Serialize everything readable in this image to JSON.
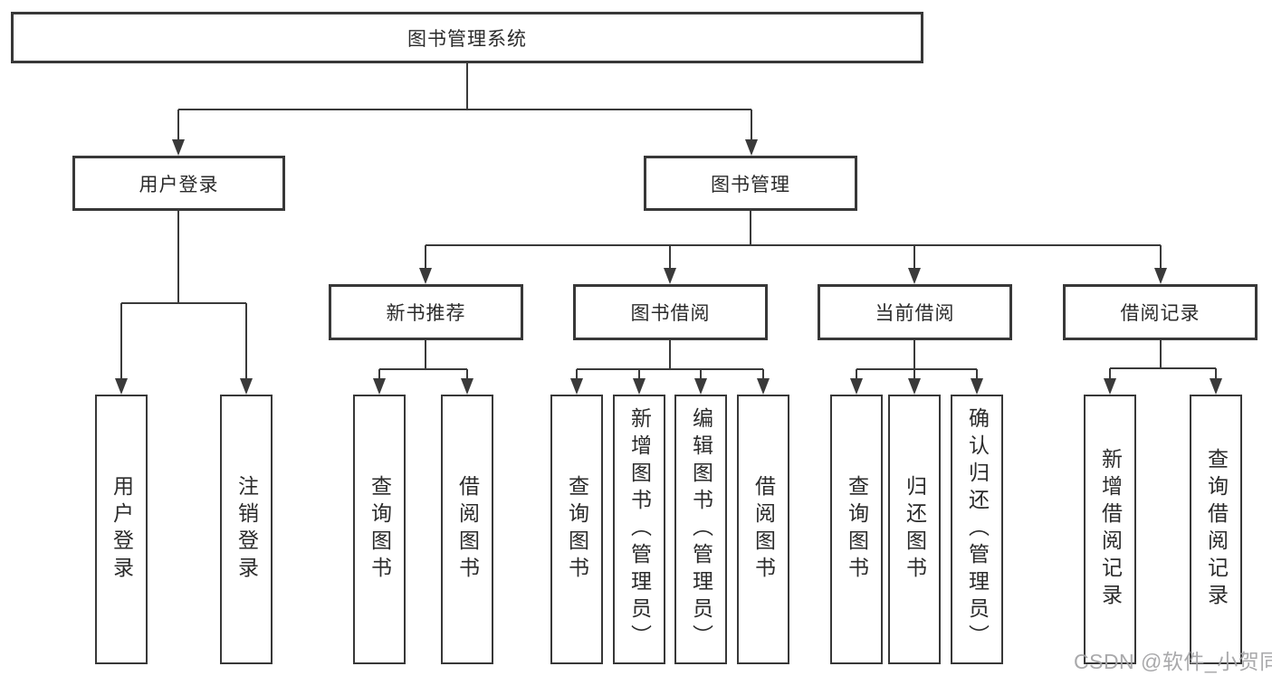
{
  "diagram": {
    "type": "tree",
    "orientation": "top-down",
    "colors": {
      "background": "#ffffff",
      "line": "#3a3a3a",
      "box_border": "#383838",
      "text": "#2b2b2b",
      "watermark": "#a2a2a4"
    },
    "tree": {
      "label": "图书管理系统",
      "children": [
        {
          "label": "用户登录",
          "children": [
            {
              "label": "用户登录"
            },
            {
              "label": "注销登录"
            }
          ]
        },
        {
          "label": "图书管理",
          "children": [
            {
              "label": "新书推荐",
              "children": [
                {
                  "label": "查询图书"
                },
                {
                  "label": "借阅图书"
                }
              ]
            },
            {
              "label": "图书借阅",
              "children": [
                {
                  "label": "查询图书"
                },
                {
                  "label": "新增图书（管理员）"
                },
                {
                  "label": "编辑图书（管理员）"
                },
                {
                  "label": "借阅图书"
                }
              ]
            },
            {
              "label": "当前借阅",
              "children": [
                {
                  "label": "查询图书"
                },
                {
                  "label": "归还图书"
                },
                {
                  "label": "确认归还（管理员）"
                }
              ]
            },
            {
              "label": "借阅记录",
              "children": [
                {
                  "label": "新增借阅记录"
                },
                {
                  "label": "查询借阅记录"
                }
              ]
            }
          ]
        }
      ]
    },
    "watermark": "CSDN @软件_小贺同学"
  }
}
